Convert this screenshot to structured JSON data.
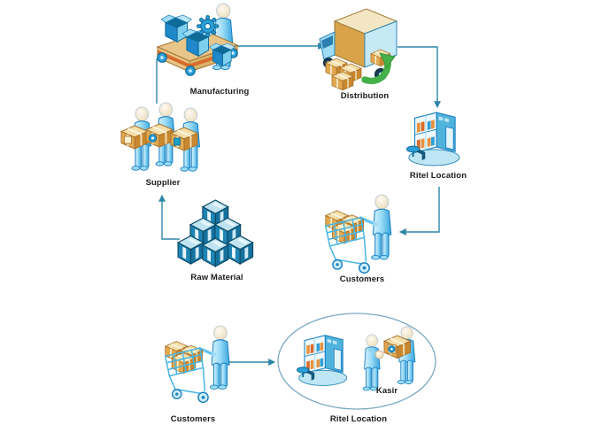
{
  "diagram": {
    "type": "supply-chain-flow-diagram",
    "background_color": "#ffffff",
    "arrow_color": "#2e86a8",
    "ellipse_border_color": "#7aa9c2",
    "label_color": "#1b1b1b",
    "accent_colors": {
      "person_blue": "#3aa6e0",
      "box_tan": "#e2a94f",
      "crate_teal": "#1e85b5",
      "belt_orange": "#d96a2b",
      "arrow_green": "#45b049"
    },
    "nodes": {
      "manufacturing": {
        "label": "Manufacturing",
        "icon": "factory-conveyor-worker-icon"
      },
      "distribution": {
        "label": "Distribution",
        "icon": "delivery-truck-boxes-icon"
      },
      "ritel_location_top": {
        "label": "Ritel Location",
        "icon": "retail-kiosk-icon"
      },
      "supplier": {
        "label": "Supplier",
        "icon": "workers-carrying-boxes-icon"
      },
      "raw_material": {
        "label": "Raw Material",
        "icon": "crate-stack-icon"
      },
      "customers_mid": {
        "label": "Customers",
        "icon": "shopper-with-cart-icon"
      },
      "customers_bottom": {
        "label": "Customers",
        "icon": "shopper-with-cart-icon"
      },
      "kasir": {
        "label": "Kasir",
        "icon": "cashier-person-icon"
      },
      "ritel_location_bottom": {
        "label": "Ritel Location",
        "icon": "retail-store-scene-ellipse"
      }
    },
    "edges": [
      {
        "from": "raw_material",
        "to": "supplier"
      },
      {
        "from": "supplier",
        "to": "manufacturing"
      },
      {
        "from": "manufacturing",
        "to": "distribution"
      },
      {
        "from": "distribution",
        "to": "ritel_location_top"
      },
      {
        "from": "ritel_location_top",
        "to": "customers_mid"
      },
      {
        "from": "customers_bottom",
        "to": "ritel_location_bottom"
      }
    ]
  }
}
